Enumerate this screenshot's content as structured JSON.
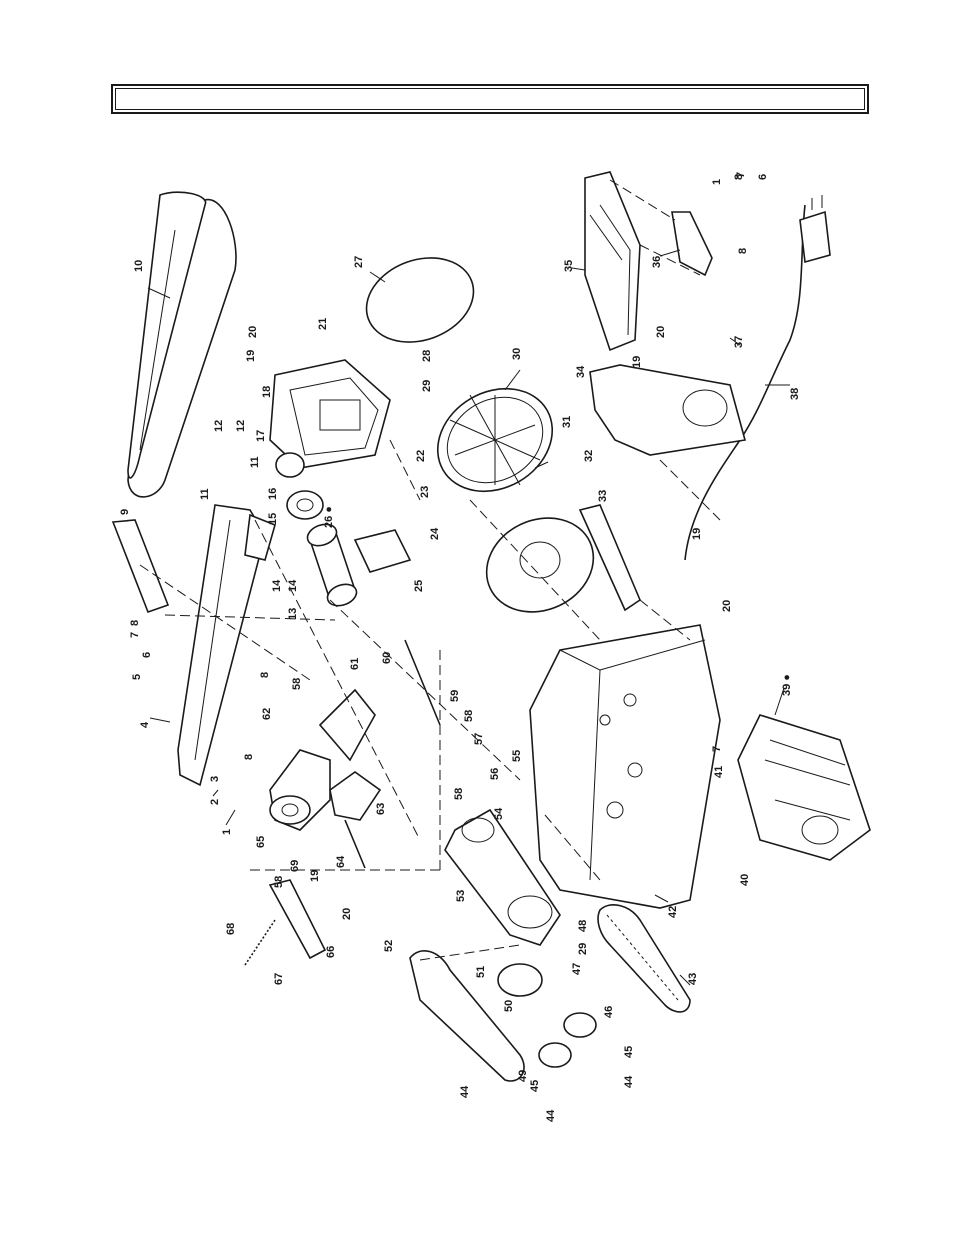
{
  "header": {
    "title": ""
  },
  "diagram": {
    "callouts": [
      {
        "id": "p1a",
        "text": "1"
      },
      {
        "id": "p2",
        "text": "2"
      },
      {
        "id": "p3",
        "text": "3"
      },
      {
        "id": "p4",
        "text": "4"
      },
      {
        "id": "p5",
        "text": "5"
      },
      {
        "id": "p6a",
        "text": "6"
      },
      {
        "id": "p7a",
        "text": "7"
      },
      {
        "id": "p8a",
        "text": "8"
      },
      {
        "id": "p8b",
        "text": "8"
      },
      {
        "id": "p8c",
        "text": "8"
      },
      {
        "id": "p9",
        "text": "9"
      },
      {
        "id": "p10",
        "text": "10"
      },
      {
        "id": "p11a",
        "text": "11"
      },
      {
        "id": "p11b",
        "text": "11"
      },
      {
        "id": "p12a",
        "text": "12"
      },
      {
        "id": "p12b",
        "text": "12"
      },
      {
        "id": "p13",
        "text": "13"
      },
      {
        "id": "p14a",
        "text": "14"
      },
      {
        "id": "p14b",
        "text": "14"
      },
      {
        "id": "p15",
        "text": "15"
      },
      {
        "id": "p16",
        "text": "16"
      },
      {
        "id": "p17",
        "text": "17"
      },
      {
        "id": "p18",
        "text": "18"
      },
      {
        "id": "p19a",
        "text": "19"
      },
      {
        "id": "p20a",
        "text": "20"
      },
      {
        "id": "p21",
        "text": "21"
      },
      {
        "id": "p22",
        "text": "22"
      },
      {
        "id": "p23",
        "text": "23"
      },
      {
        "id": "p24",
        "text": "24"
      },
      {
        "id": "p25",
        "text": "25"
      },
      {
        "id": "p26",
        "text": "26 ●"
      },
      {
        "id": "p27",
        "text": "27"
      },
      {
        "id": "p28",
        "text": "28"
      },
      {
        "id": "p29a",
        "text": "29"
      },
      {
        "id": "p30",
        "text": "30"
      },
      {
        "id": "p31",
        "text": "31"
      },
      {
        "id": "p32",
        "text": "32"
      },
      {
        "id": "p33",
        "text": "33"
      },
      {
        "id": "p34",
        "text": "34"
      },
      {
        "id": "p35",
        "text": "35"
      },
      {
        "id": "p36",
        "text": "36"
      },
      {
        "id": "p1b",
        "text": "1"
      },
      {
        "id": "p8d",
        "text": "8"
      },
      {
        "id": "p7b",
        "text": "7"
      },
      {
        "id": "p6b",
        "text": "6"
      },
      {
        "id": "p8e",
        "text": "8"
      },
      {
        "id": "p19b",
        "text": "19"
      },
      {
        "id": "p20b",
        "text": "20"
      },
      {
        "id": "p37",
        "text": "37"
      },
      {
        "id": "p38",
        "text": "38"
      },
      {
        "id": "p19c",
        "text": "19"
      },
      {
        "id": "p20c",
        "text": "20"
      },
      {
        "id": "p39",
        "text": "39 ●"
      },
      {
        "id": "p7c",
        "text": "7"
      },
      {
        "id": "p41",
        "text": "41"
      },
      {
        "id": "p40",
        "text": "40"
      },
      {
        "id": "p42",
        "text": "42"
      },
      {
        "id": "p43",
        "text": "43"
      },
      {
        "id": "p44a",
        "text": "44"
      },
      {
        "id": "p44b",
        "text": "44"
      },
      {
        "id": "p44c",
        "text": "44"
      },
      {
        "id": "p45a",
        "text": "45"
      },
      {
        "id": "p45b",
        "text": "45"
      },
      {
        "id": "p46",
        "text": "46"
      },
      {
        "id": "p47",
        "text": "47"
      },
      {
        "id": "p48",
        "text": "48"
      },
      {
        "id": "p29b",
        "text": "29"
      },
      {
        "id": "p49",
        "text": "49"
      },
      {
        "id": "p50",
        "text": "50"
      },
      {
        "id": "p51",
        "text": "51"
      },
      {
        "id": "p52",
        "text": "52"
      },
      {
        "id": "p53",
        "text": "53"
      },
      {
        "id": "p54",
        "text": "54"
      },
      {
        "id": "p55",
        "text": "55"
      },
      {
        "id": "p56",
        "text": "56"
      },
      {
        "id": "p57",
        "text": "57"
      },
      {
        "id": "p58a",
        "text": "58"
      },
      {
        "id": "p58b",
        "text": "58"
      },
      {
        "id": "p58c",
        "text": "58"
      },
      {
        "id": "p58d",
        "text": "58"
      },
      {
        "id": "p59",
        "text": "59"
      },
      {
        "id": "p60",
        "text": "60"
      },
      {
        "id": "p61",
        "text": "61"
      },
      {
        "id": "p62",
        "text": "62"
      },
      {
        "id": "p63",
        "text": "63"
      },
      {
        "id": "p64",
        "text": "64"
      },
      {
        "id": "p65",
        "text": "65"
      },
      {
        "id": "p66",
        "text": "66"
      },
      {
        "id": "p67",
        "text": "67"
      },
      {
        "id": "p68",
        "text": "68"
      },
      {
        "id": "p69",
        "text": "69"
      },
      {
        "id": "p19d",
        "text": "19"
      },
      {
        "id": "p20d",
        "text": "20"
      }
    ]
  }
}
